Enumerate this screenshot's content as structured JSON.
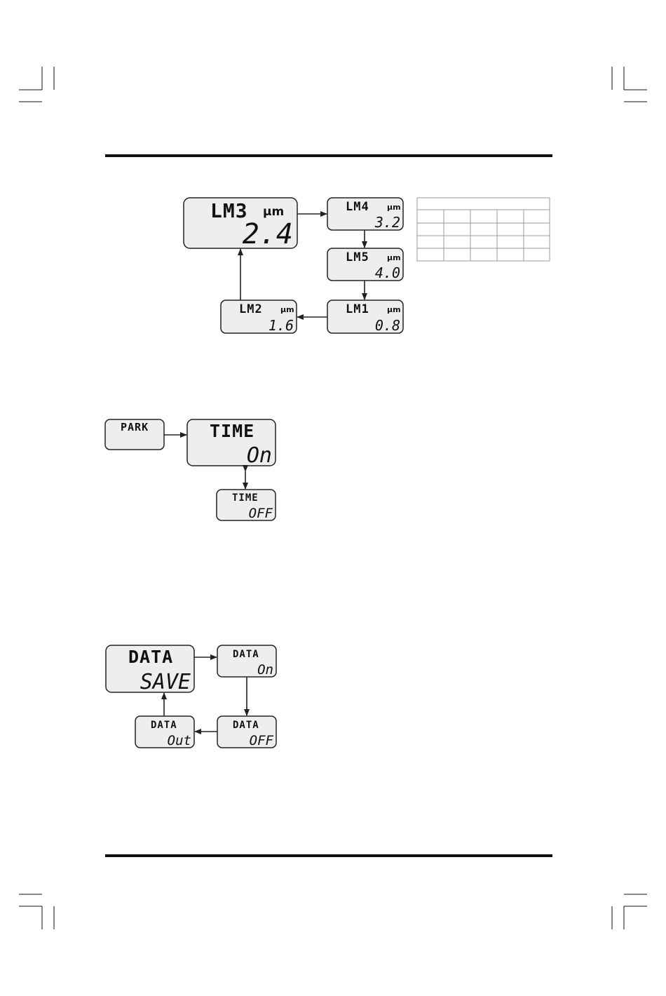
{
  "particle_cycle": {
    "unit": "µm",
    "screens": [
      {
        "id": "lm3",
        "label": "LM3",
        "value": "2.4"
      },
      {
        "id": "lm4",
        "label": "LM4",
        "value": "3.2"
      },
      {
        "id": "lm5",
        "label": "LM5",
        "value": "4.0"
      },
      {
        "id": "lm1",
        "label": "LM1",
        "value": "0.8"
      },
      {
        "id": "lm2",
        "label": "LM2",
        "value": "1.6"
      }
    ]
  },
  "park_time": {
    "park": {
      "label": "PARK"
    },
    "time_on": {
      "label": "TIME",
      "value": "On"
    },
    "time_off": {
      "label": "TIME",
      "value": "OFF"
    }
  },
  "data_save": {
    "save": {
      "label": "DATA",
      "value": "SAVE"
    },
    "on": {
      "label": "DATA",
      "value": "On"
    },
    "off": {
      "label": "DATA",
      "value": "OFF"
    },
    "out": {
      "label": "DATA",
      "value": "Out"
    }
  }
}
